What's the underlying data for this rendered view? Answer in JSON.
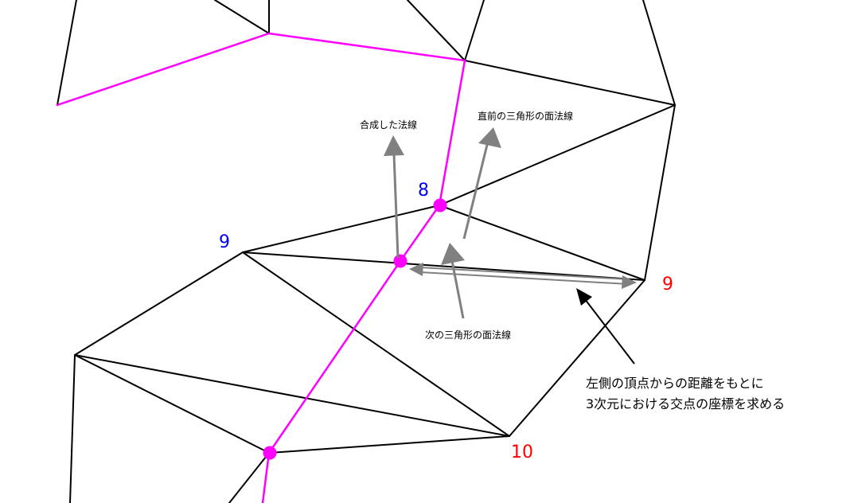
{
  "labels": {
    "combined_normal": "合成した法線",
    "prev_normal": "直前の三角形の面法線",
    "next_normal": "次の三角形の面法線",
    "note_line1": "左側の頂点からの距離をもとに",
    "note_line2": "3次元における交点の座標を求める"
  },
  "vertex_numbers": {
    "blue_8": "8",
    "blue_9": "9",
    "red_9": "9",
    "red_10": "10"
  },
  "colors": {
    "mesh": "#000000",
    "path": "#ff00ff",
    "normal_arrow": "#808080",
    "blue_number": "#0000ff",
    "red_number": "#ff0000"
  }
}
